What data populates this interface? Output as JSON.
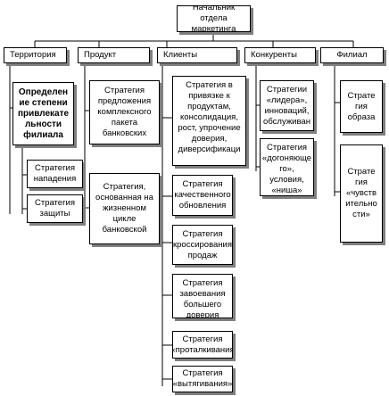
{
  "root": "Начальник отдела\nмаркетинга",
  "headers": {
    "territory": "Территория",
    "product": "Продукт",
    "clients": "Клиенты",
    "competitors": "Конкуренты",
    "branch": "Филиал"
  },
  "territory": {
    "main": "Определен\nие степени\nпривлекате\nльности\nфилиала",
    "items": [
      "Стратегия\nнападения",
      "Стратегия\nзащиты"
    ]
  },
  "product": {
    "items": [
      "Стратегия\nпредложения\nкомплексного\nпакета\nбанковских",
      "Стратегия,\nоснованная на\nжизненном\nцикле\nбанковской"
    ]
  },
  "clients": {
    "items": [
      "Стратегия в\nпривязке к\nпродуктам,\nконсолидация,\nрост, упрочение\nдоверия,\nдиверсификаци",
      "Стратегия\nкачественного\nобновления",
      "Стратегия\nкроссирования\nпродаж",
      "Стратегия\nзавоевания\nбольшего\nдоверия",
      "Стратегия\n«проталкивания",
      "Стратегия\n«вытягивания»"
    ]
  },
  "competitors": {
    "items": [
      "Стратегии\n«лидера»,\nинноваций,\nобслуживан",
      "Стратегия\n«догоняюще\nго», условия,\n«ниша»"
    ]
  },
  "branch": {
    "items": [
      "Страте\nгия\nобраза",
      "Страте\nгия\n«чувств\nительно\nсти»"
    ]
  }
}
